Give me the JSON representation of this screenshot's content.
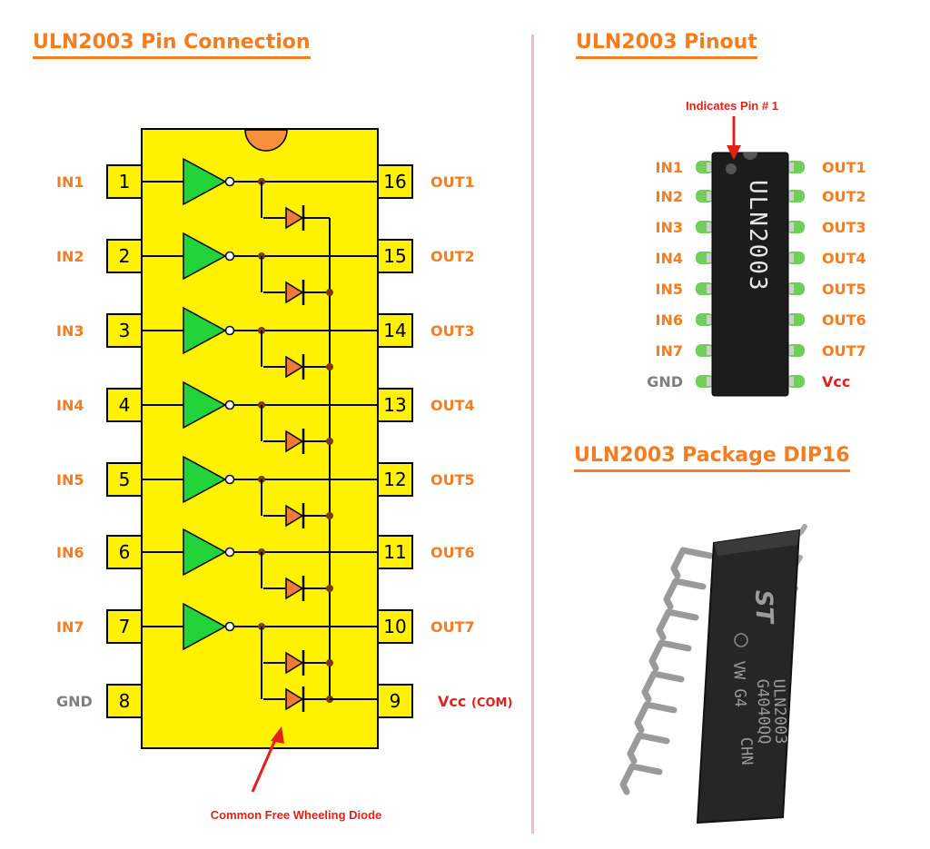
{
  "titles": {
    "pin_connection": "ULN2003 Pin Connection",
    "pinout": "ULN2003 Pinout",
    "package": "ULN2003 Package DIP16"
  },
  "colors": {
    "accent": "#f57c1f",
    "chip_body": "#fff200",
    "buffer": "#22d33a",
    "diode": "#ec7a3a",
    "wire": "#000000",
    "junction": "#7a3a0a",
    "red_text": "#e3201b",
    "gray_text": "#7f7f7f",
    "divider": "#f5b7cf",
    "pin_green": "#6fcf5a"
  },
  "schematic": {
    "left_pins": [
      {
        "number": "1",
        "label": "IN1"
      },
      {
        "number": "2",
        "label": "IN2"
      },
      {
        "number": "3",
        "label": "IN3"
      },
      {
        "number": "4",
        "label": "IN4"
      },
      {
        "number": "5",
        "label": "IN5"
      },
      {
        "number": "6",
        "label": "IN6"
      },
      {
        "number": "7",
        "label": "IN7"
      },
      {
        "number": "8",
        "label": "GND"
      }
    ],
    "right_pins": [
      {
        "number": "16",
        "label": "OUT1"
      },
      {
        "number": "15",
        "label": "OUT2"
      },
      {
        "number": "14",
        "label": "OUT3"
      },
      {
        "number": "13",
        "label": "OUT4"
      },
      {
        "number": "12",
        "label": "OUT5"
      },
      {
        "number": "11",
        "label": "OUT6"
      },
      {
        "number": "10",
        "label": "OUT7"
      },
      {
        "number": "9",
        "label": "Vcc",
        "suffix": "(COM)"
      }
    ],
    "annotation": "Common Free Wheeling Diode"
  },
  "pinout": {
    "chip_text": "ULN2003",
    "annotation": "Indicates Pin # 1",
    "left_labels": [
      "IN1",
      "IN2",
      "IN3",
      "IN4",
      "IN5",
      "IN6",
      "IN7",
      "GND"
    ],
    "right_labels": [
      "OUT1",
      "OUT2",
      "OUT3",
      "OUT4",
      "OUT5",
      "OUT6",
      "OUT7",
      "Vcc"
    ]
  },
  "package": {
    "logo": "ST",
    "marking_lines": [
      "VW G4",
      "ULN2003",
      "G4040QQ",
      "CHN"
    ]
  }
}
